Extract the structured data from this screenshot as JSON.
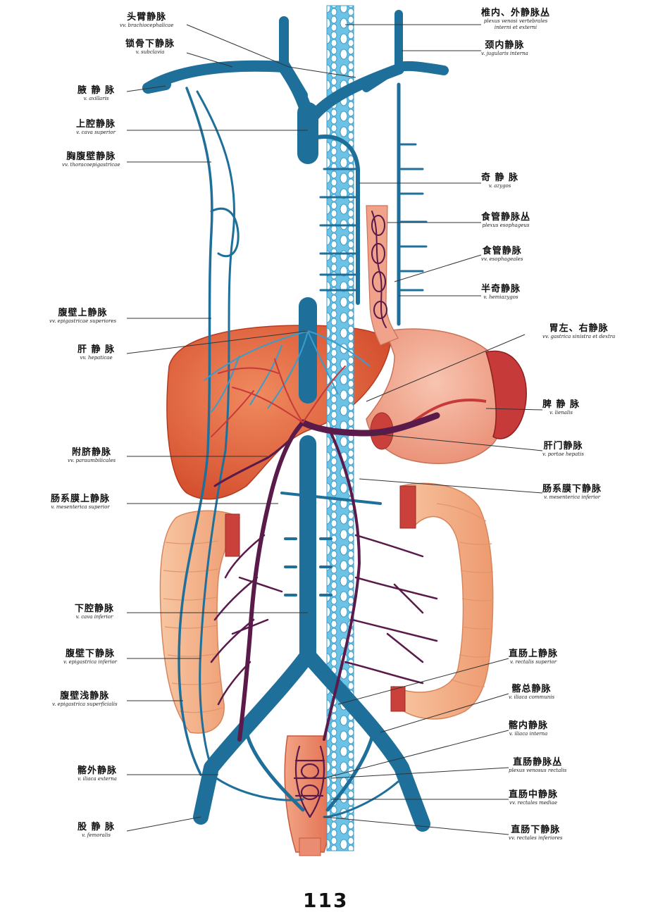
{
  "colors": {
    "systemic_vein": "#1f6f9b",
    "vertebral_plexus": "#6cc3e6",
    "portal_vein": "#5a1a4a",
    "liver": "#e0603c",
    "stomach": "#f0a28a",
    "colon": "#f4b48a",
    "spleen": "#c73a3a",
    "rectum": "#ef8a6a"
  },
  "labels": {
    "left": [
      {
        "id": "brachiocephalic",
        "cn": "头臂静脉",
        "la": "vv. brachiocephalicae"
      },
      {
        "id": "subclavian",
        "cn": "锁骨下静脉",
        "la": "v. subclavia"
      },
      {
        "id": "axillary",
        "cn": "腋 静 脉",
        "la": "v. axillaris"
      },
      {
        "id": "sup-vena-cava",
        "cn": "上腔静脉",
        "la": "v. cava superior"
      },
      {
        "id": "thoracoepigastric",
        "cn": "胸腹壁静脉",
        "la": "vv. thoracoepigastricae"
      },
      {
        "id": "sup-epigastric",
        "cn": "腹壁上静脉",
        "la": "vv. epigastricae superiores"
      },
      {
        "id": "hepatic",
        "cn": "肝 静 脉",
        "la": "vv. hepaticae"
      },
      {
        "id": "paraumbilical",
        "cn": "附脐静脉",
        "la": "vv. paraumbilicales"
      },
      {
        "id": "sup-mesenteric",
        "cn": "肠系膜上静脉",
        "la": "v. mesenterica superior"
      },
      {
        "id": "inf-vena-cava",
        "cn": "下腔静脉",
        "la": "v. cava inferior"
      },
      {
        "id": "inf-epigastric",
        "cn": "腹壁下静脉",
        "la": "v. epigastrica inferior"
      },
      {
        "id": "superficial-epigastric",
        "cn": "腹壁浅静脉",
        "la": "v. epigastrica superficialis"
      },
      {
        "id": "ext-iliac",
        "cn": "髂外静脉",
        "la": "v. iliaca externa"
      },
      {
        "id": "femoral",
        "cn": "股 静 脉",
        "la": "v. femoralis"
      }
    ],
    "right": [
      {
        "id": "vertebral-plexus",
        "cn": "椎内、外静脉丛",
        "la": "plexus venosi vertebrales",
        "la2": "interni et externi"
      },
      {
        "id": "int-jugular",
        "cn": "颈内静脉",
        "la": "v. jugularis interna"
      },
      {
        "id": "azygos",
        "cn": "奇 静 脉",
        "la": "v. azygos"
      },
      {
        "id": "esophageal-plexus",
        "cn": "食管静脉丛",
        "la": "plexus esophageus"
      },
      {
        "id": "esophageal",
        "cn": "食管静脉",
        "la": "vv. esophageales"
      },
      {
        "id": "hemiazygos",
        "cn": "半奇静脉",
        "la": "v. hemiazygos"
      },
      {
        "id": "gastric",
        "cn": "胃左、右静脉",
        "la": "vv. gastrica sinistra et dextra"
      },
      {
        "id": "splenic",
        "cn": "脾 静 脉",
        "la": "v. lienalis"
      },
      {
        "id": "portal",
        "cn": "肝门静脉",
        "la": "v. portae hepatis"
      },
      {
        "id": "inf-mesenteric",
        "cn": "肠系膜下静脉",
        "la": "v. mesenterica inferior"
      },
      {
        "id": "sup-rectal",
        "cn": "直肠上静脉",
        "la": "v. rectalis superior"
      },
      {
        "id": "common-iliac",
        "cn": "髂总静脉",
        "la": "v. iliaca communis"
      },
      {
        "id": "int-iliac",
        "cn": "髂内静脉",
        "la": "v. iliaca interna"
      },
      {
        "id": "rectal-plexus",
        "cn": "直肠静脉丛",
        "la": "plexus venosus rectalis"
      },
      {
        "id": "mid-rectal",
        "cn": "直肠中静脉",
        "la": "vv. rectales mediae"
      },
      {
        "id": "inf-rectal",
        "cn": "直肠下静脉",
        "la": "vv. rectales inferiores"
      }
    ]
  },
  "page_number": "113"
}
